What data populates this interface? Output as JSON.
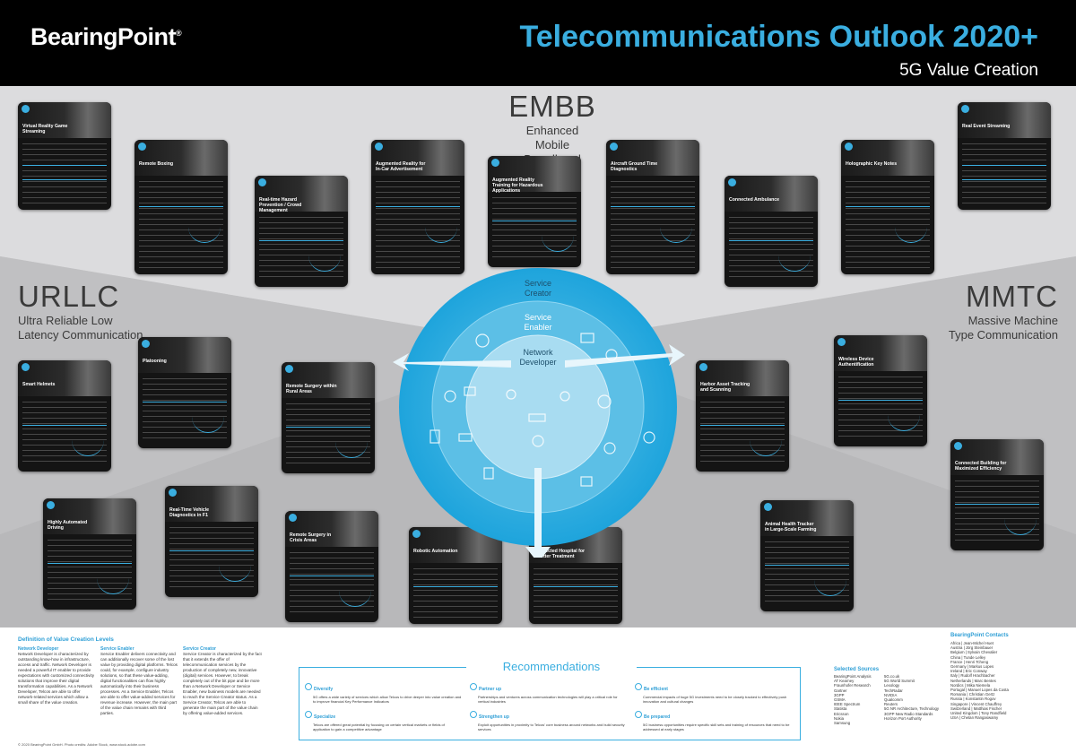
{
  "header": {
    "logo": "BearingPoint",
    "title": "Telecommunications Outlook 2020+",
    "subtitle": "5G Value Creation"
  },
  "sections": {
    "embb": {
      "abbr": "EMBB",
      "full_line1": "Enhanced Mobile",
      "full_line2": "Broadband"
    },
    "urllc": {
      "abbr": "URLLC",
      "full_line1": "Ultra Reliable Low",
      "full_line2": "Latency Communication"
    },
    "mmtc": {
      "abbr": "MMTC",
      "full_line1": "Massive Machine",
      "full_line2": "Type Communication"
    }
  },
  "circle": {
    "outer_line1": "Service",
    "outer_line2": "Creator",
    "middle_line1": "Service",
    "middle_line2": "Enabler",
    "inner_line1": "Network",
    "inner_line2": "Developer"
  },
  "cards": {
    "c1": "Virtual Reality Game Streaming",
    "c2": "Remote Boxing",
    "c3": "Real-time Hazard Prevention / Crowd Management",
    "c4": "Augmented Reality for In-Car Advertisement",
    "c5": "Augmented Reality Training for Hazardous Applications",
    "c6": "Aircraft Ground Time Diagnostics",
    "c7": "Connected Ambulance",
    "c8": "Holographic Key Notes",
    "c9": "Real Event Streaming",
    "c10": "Platooning",
    "c11": "Smart Helmets",
    "c12": "Remote Surgery within Rural Areas",
    "c13": "Wireless Device Authentification",
    "c14": "Harbor Asset Tracking and Scanning",
    "c15": "Connected Building for Maximized Efficiency",
    "c16": "Real-Time Vehicle Diagnostics in F1",
    "c17": "Highly Automated Driving",
    "c18": "Remote Surgery in Crisis Areas",
    "c19": "Animal Health Tracker in Large-Scale Farming",
    "c20": "Robotic Automation",
    "c21": "Connected Hospital for a Better Treatment"
  },
  "definitions": {
    "title": "Definition of Value Creation Levels",
    "nd_title": "Network Developer",
    "nd_text": "Network Developer is characterized by outstanding know-how in infrastructure, access and traffic. Network Developer is needed a powerful IT enabler to provide expectations with customized connectivity solutions that improve their digital transformation capabilities. As a Network Developer, Telcos are able to offer network-related services which allow a small share of the value creation.",
    "se_title": "Service Enabler",
    "se_text": "Service Enabler delivers connectivity and can additionally recover some of the lost value by providing digital platforms. Telcos could, for example, configure industry solutions, so that these value-adding, digital functionalities can flow highly automatically into their business processes. As a Service Enabler, Telcos are able to offer value-added services for revenue increase. However, the main part of the value chain remains with third parties.",
    "sc_title": "Service Creator",
    "sc_text": "Service Creator is characterized by the fact that it extends the offer of telecommunication services by the production of completely new, innovative (digital) services. However, to break completely out of the bit pipe and be more than a Network Developer or Service Enabler, new business models are needed to reach the Service Creator status. As a Service Creator, Telcos are able to generate the main part of the value chain by offering value-added services."
  },
  "recommendations": {
    "title": "Recommendations",
    "col1": [
      {
        "h": "Diversify",
        "t": "5G offers a wide variety of services which allow Telcos to drive deeper into value creation and to improve financial Key Performance Indicators"
      },
      {
        "h": "Specialize",
        "t": "Telcos are offered great potential by focusing on certain vertical markets or fields of application to gain a competitive advantage"
      }
    ],
    "col2": [
      {
        "h": "Partner up",
        "t": "Partnerships and ventures across communication technologies will play a critical role for vertical industries"
      },
      {
        "h": "Strengthen up",
        "t": "Exploit opportunities in proximity to Telcos' core business around networks and build security services"
      }
    ],
    "col3": [
      {
        "h": "Be efficient",
        "t": "Commercial impacts of huge 5G investments need to be closely tracked to effectively push innovation and cultural changes"
      },
      {
        "h": "Be prepared",
        "t": "5G business opportunities require specific skill sets and training of resources that need to be addressed at early stages"
      }
    ]
  },
  "sources": {
    "title": "Selected Sources",
    "col1": [
      "BearingPoint Analysis",
      "AT Kearney",
      "Fraunhofer Research",
      "Gartner",
      "3GPP",
      "GSMA",
      "IEEE Spectrum",
      "Statista",
      "Ericsson",
      "Nokia",
      "Samsung"
    ],
    "col2": [
      "5G.co.uk",
      "5G World Summit",
      "Lexology",
      "TechRadar",
      "NVIDIA",
      "Qualcomm",
      "Reuters",
      "5G NR Architecture, Technology",
      "3GPP New Radio Standards",
      "Horizon Port Authority"
    ]
  },
  "contacts": {
    "title": "BearingPoint Contacts",
    "list": [
      "Africa | Jean-Michel Huet",
      "Austria | Jörg Steinbauer",
      "Belgium | Sylvain Chevalier",
      "China | Tunde Lelley",
      "France | Henri Tcheng",
      "Germany | Markus Lopes",
      "Ireland | Eric Conway",
      "Italy | Rudolf Hrachbacher",
      "Netherlands | Marc Bentes",
      "Nordics | Mika Niemela",
      "Portugal | Manuel Lopes da Costa",
      "Romania | Christian Gertz",
      "Russia | Konstantin Rogov",
      "Singapore | Vincent Chauffrey",
      "Switzerland | Matthias Fischer",
      "United Kingdom | Tony Randfield",
      "USA | Chetan Rangaswamy"
    ]
  },
  "footer": {
    "copyright": "© 2020 BearingPoint GmbH. Photo credits: Adobe Stock, www.stock.adobe.com"
  }
}
